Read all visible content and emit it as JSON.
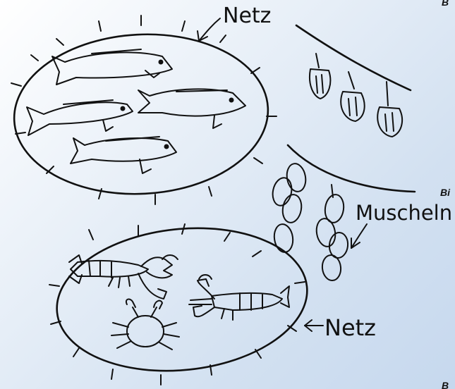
{
  "labels": {
    "net_top": "Netz",
    "net_bottom": "Netz",
    "mussels": "Muscheln"
  },
  "edge_fragments": {
    "top_right": "B",
    "middle_right": "Bi",
    "bottom_right": "B"
  },
  "colors": {
    "ink": "#111111",
    "background_light": "#ffffff",
    "background_blue": "#c6d8ee"
  }
}
